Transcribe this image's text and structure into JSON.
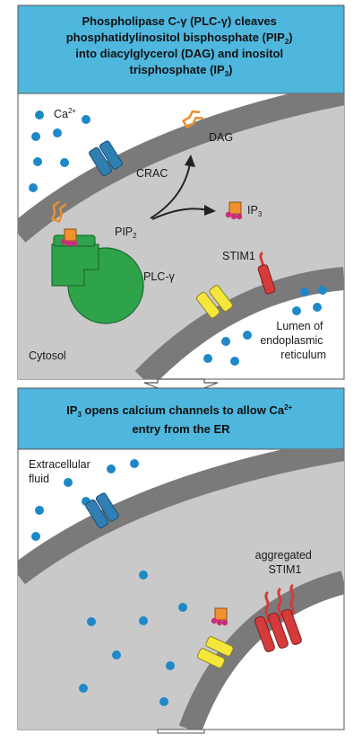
{
  "panel1": {
    "header": {
      "line1": "Phospholipase C-γ (PLC-γ) cleaves",
      "line2a": "phosphatidylinositol bisphosphate (PIP",
      "line2sub": "2",
      "line2b": ")",
      "line3": "into diacylglycerol (DAG) and inositol",
      "line4a": "trisphosphate (IP",
      "line4sub": "3",
      "line4b": ")"
    },
    "labels": {
      "ca_base": "Ca",
      "ca_sup": "2+",
      "crac": "CRAC",
      "dag": "DAG",
      "ip3_base": "IP",
      "ip3_sub": "3",
      "pip2_base": "PIP",
      "pip2_sub": "2",
      "plc": "PLC-γ",
      "stim1": "STIM1",
      "lumen1": "Lumen of",
      "lumen2": "endoplasmic",
      "lumen3": "reticulum",
      "cytosol": "Cytosol"
    }
  },
  "panel2": {
    "header": {
      "line1a": "IP",
      "line1sub": "3",
      "line1b": " opens calcium channels to allow Ca",
      "line1sup": "2+",
      "line2": "entry from the ER"
    },
    "labels": {
      "extracellular1": "Extracellular",
      "extracellular2": "fluid",
      "aggregated": "aggregated",
      "stim1": "STIM1"
    }
  },
  "colors": {
    "header_bg": "#4fb6dd",
    "membrane": "#7a7a7a",
    "cytosol": "#c9c9c9",
    "calcium": "#1e88c8",
    "crac_channel": "#2f7fb3",
    "stim_channel": "#f5e63c",
    "stim1": "#d63a3a",
    "plc": "#2fa34a",
    "lipid": "#e6912f",
    "phosphate": "#cc2b7a"
  }
}
